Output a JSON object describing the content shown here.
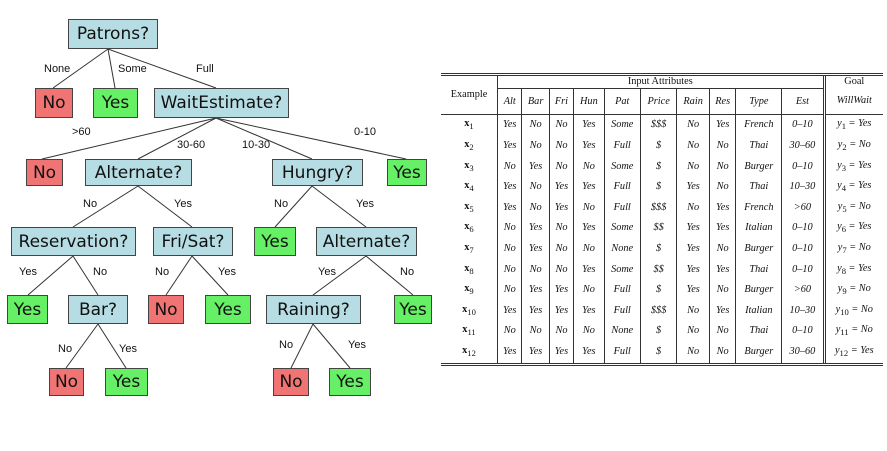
{
  "tree": {
    "nodes": {
      "patrons": "Patrons?",
      "no_none": "No",
      "yes_some": "Yes",
      "wait_estimate": "WaitEstimate?",
      "no_gt60": "No",
      "alternate_1": "Alternate?",
      "hungry": "Hungry?",
      "yes_0_10": "Yes",
      "reservation": "Reservation?",
      "fri_sat": "Fri/Sat?",
      "yes_hungry_no": "Yes",
      "alternate_2": "Alternate?",
      "yes_res": "Yes",
      "bar": "Bar?",
      "no_frisat": "No",
      "yes_frisat": "Yes",
      "raining": "Raining?",
      "yes_alt2_no": "Yes",
      "no_bar": "No",
      "yes_bar": "Yes",
      "no_raining": "No",
      "yes_raining": "Yes"
    },
    "edges": {
      "none": "None",
      "some": "Some",
      "full": "Full",
      "gt60": ">60",
      "r30_60": "30-60",
      "r10_30": "10-30",
      "r0_10": "0-10",
      "alt1_no": "No",
      "alt1_yes": "Yes",
      "hungry_no": "No",
      "hungry_yes": "Yes",
      "res_yes": "Yes",
      "res_no": "No",
      "frisat_no": "No",
      "frisat_yes": "Yes",
      "alt2_yes": "Yes",
      "alt2_no": "No",
      "bar_no": "No",
      "bar_yes": "Yes",
      "rain_no": "No",
      "rain_yes": "Yes"
    }
  },
  "table": {
    "example_header": "Example",
    "group_header": "Input Attributes",
    "goal_header": "Goal",
    "columns": [
      "Alt",
      "Bar",
      "Fri",
      "Hun",
      "Pat",
      "Price",
      "Rain",
      "Res",
      "Type",
      "Est"
    ],
    "goal_column": "WillWait",
    "rows": [
      {
        "id": "x",
        "sub": "1",
        "cells": [
          "Yes",
          "No",
          "No",
          "Yes",
          "Some",
          "$$$",
          "No",
          "Yes",
          "French",
          "0–10"
        ],
        "goal_var": "y",
        "goal_sub": "1",
        "goal_val": " = Yes"
      },
      {
        "id": "x",
        "sub": "2",
        "cells": [
          "Yes",
          "No",
          "No",
          "Yes",
          "Full",
          "$",
          "No",
          "No",
          "Thai",
          "30–60"
        ],
        "goal_var": "y",
        "goal_sub": "2",
        "goal_val": " = No"
      },
      {
        "id": "x",
        "sub": "3",
        "cells": [
          "No",
          "Yes",
          "No",
          "No",
          "Some",
          "$",
          "No",
          "No",
          "Burger",
          "0–10"
        ],
        "goal_var": "y",
        "goal_sub": "3",
        "goal_val": " = Yes"
      },
      {
        "id": "x",
        "sub": "4",
        "cells": [
          "Yes",
          "No",
          "Yes",
          "Yes",
          "Full",
          "$",
          "Yes",
          "No",
          "Thai",
          "10–30"
        ],
        "goal_var": "y",
        "goal_sub": "4",
        "goal_val": " = Yes"
      },
      {
        "id": "x",
        "sub": "5",
        "cells": [
          "Yes",
          "No",
          "Yes",
          "No",
          "Full",
          "$$$",
          "No",
          "Yes",
          "French",
          ">60"
        ],
        "goal_var": "y",
        "goal_sub": "5",
        "goal_val": " = No"
      },
      {
        "id": "x",
        "sub": "6",
        "cells": [
          "No",
          "Yes",
          "No",
          "Yes",
          "Some",
          "$$",
          "Yes",
          "Yes",
          "Italian",
          "0–10"
        ],
        "goal_var": "y",
        "goal_sub": "6",
        "goal_val": " = Yes"
      },
      {
        "id": "x",
        "sub": "7",
        "cells": [
          "No",
          "Yes",
          "No",
          "No",
          "None",
          "$",
          "Yes",
          "No",
          "Burger",
          "0–10"
        ],
        "goal_var": "y",
        "goal_sub": "7",
        "goal_val": " = No"
      },
      {
        "id": "x",
        "sub": "8",
        "cells": [
          "No",
          "No",
          "No",
          "Yes",
          "Some",
          "$$",
          "Yes",
          "Yes",
          "Thai",
          "0–10"
        ],
        "goal_var": "y",
        "goal_sub": "8",
        "goal_val": " = Yes"
      },
      {
        "id": "x",
        "sub": "9",
        "cells": [
          "No",
          "Yes",
          "Yes",
          "No",
          "Full",
          "$",
          "Yes",
          "No",
          "Burger",
          ">60"
        ],
        "goal_var": "y",
        "goal_sub": "9",
        "goal_val": " = No"
      },
      {
        "id": "x",
        "sub": "10",
        "cells": [
          "Yes",
          "Yes",
          "Yes",
          "Yes",
          "Full",
          "$$$",
          "No",
          "Yes",
          "Italian",
          "10–30"
        ],
        "goal_var": "y",
        "goal_sub": "10",
        "goal_val": " = No"
      },
      {
        "id": "x",
        "sub": "11",
        "cells": [
          "No",
          "No",
          "No",
          "No",
          "None",
          "$",
          "No",
          "No",
          "Thai",
          "0–10"
        ],
        "goal_var": "y",
        "goal_sub": "11",
        "goal_val": " = No"
      },
      {
        "id": "x",
        "sub": "12",
        "cells": [
          "Yes",
          "Yes",
          "Yes",
          "Yes",
          "Full",
          "$",
          "No",
          "No",
          "Burger",
          "30–60"
        ],
        "goal_var": "y",
        "goal_sub": "12",
        "goal_val": " = Yes"
      }
    ]
  }
}
